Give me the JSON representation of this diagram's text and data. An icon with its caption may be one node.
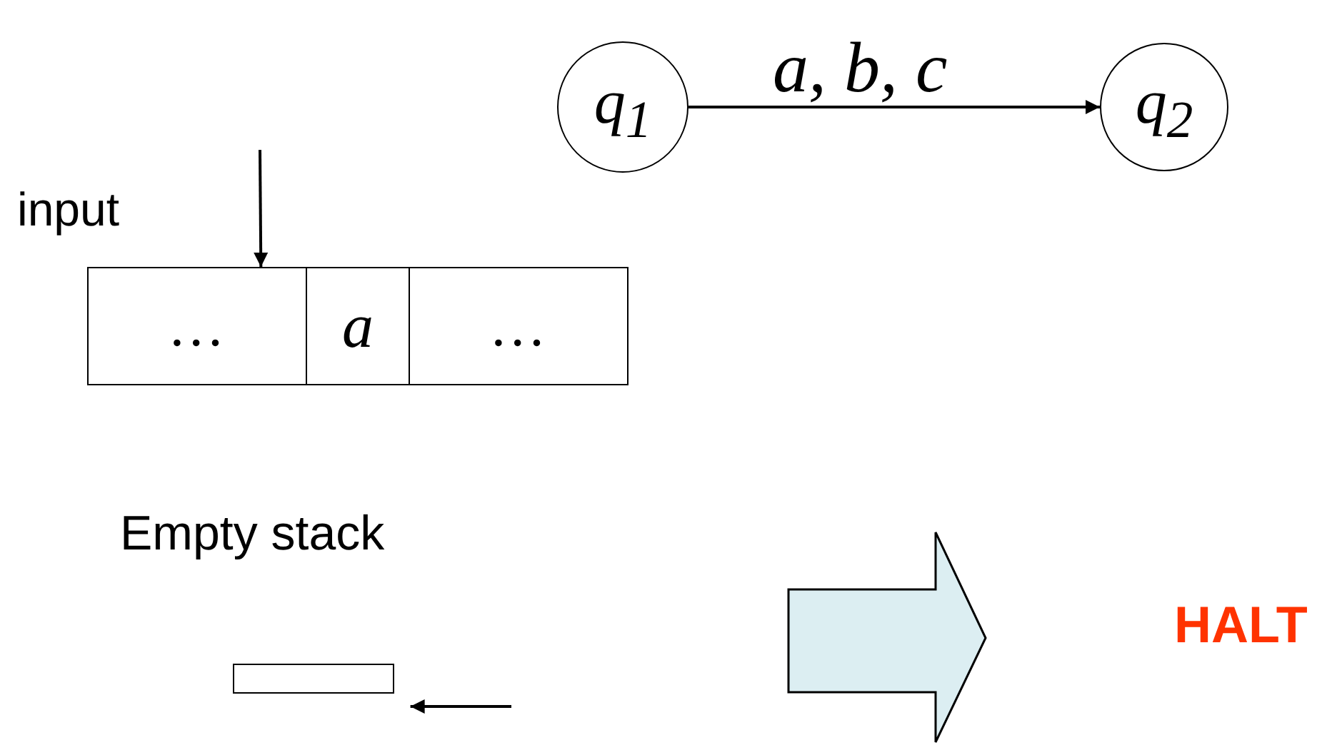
{
  "diagram": {
    "nodes": [
      {
        "text": [
          "q$_{1}$"
        ]
      },
      {
        "text": [
          "q$_{2}$"
        ]
      },
      {
        "text": [
          "…"
        ]
      },
      {
        "text": [
          "a"
        ]
      },
      {
        "text": [
          "…"
        ]
      },
      {
        "text": [],
        "shape": "box"
      }
    ],
    "edges": [
      {
        "from": 0,
        "to": 1,
        "arrow": "to",
        "label": "a, b, c"
      },
      {
        "from": null,
        "to": 2,
        "arrow": "to"
      },
      {
        "from": null,
        "to": 5,
        "arrow": "to"
      }
    ],
    "labels": [
      "input",
      "Empty stack",
      "HALT"
    ]
  }
}
